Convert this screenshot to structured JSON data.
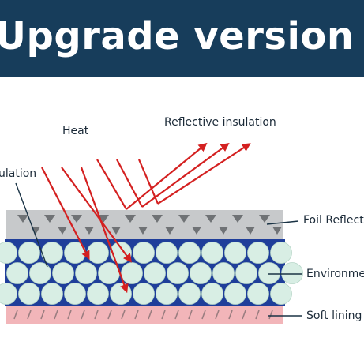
{
  "banner": {
    "title": "Upgrade version sunsh"
  },
  "labels": {
    "heat": "Heat",
    "reflective": "Reflective insulation",
    "insulation": "ulation",
    "foil": "Foil Reflect",
    "environment": "Environme",
    "soft": "Soft lining"
  },
  "colors": {
    "banner": "#173d5b",
    "foil": "#c7c9cb",
    "foil_triangle": "#6f7275",
    "bead_bg": "#1f3e9a",
    "bead": "#d8eee4",
    "soft_lining": "#f2b5b9",
    "arrow": "#d42020",
    "pointer": "#1a3345"
  },
  "icons": {
    "heat_arrows": "arrow-icon",
    "foil_pattern": "triangle-icon",
    "lining_pattern": "slash-icon"
  }
}
